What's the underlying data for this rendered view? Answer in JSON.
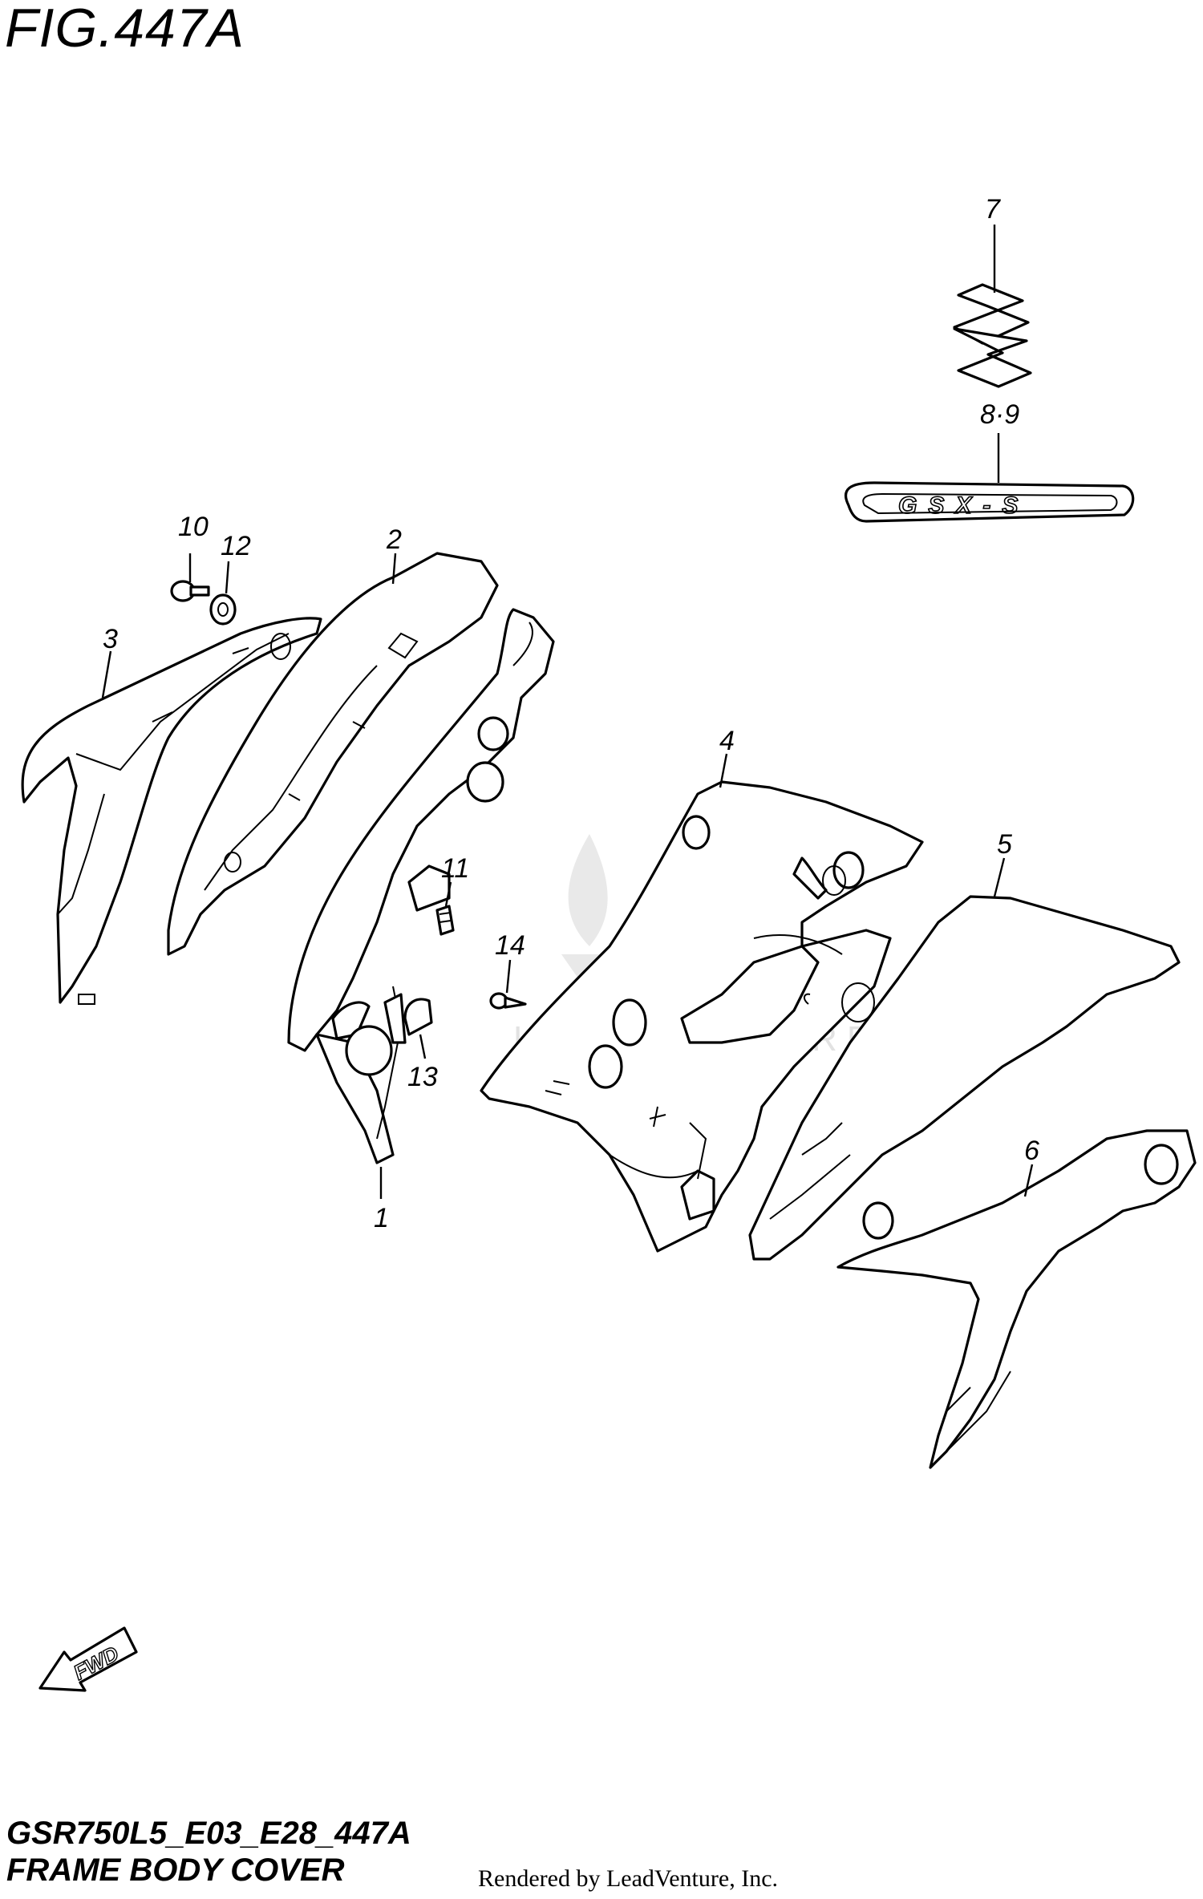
{
  "figure": {
    "title": "FIG.447A",
    "model_code": "GSR750L5_E03_E28_447A",
    "name": "FRAME BODY COVER",
    "rendered_by": "Rendered by LeadVenture, Inc."
  },
  "watermark": {
    "text": "LEADVENTURE"
  },
  "fwd_arrow": {
    "label": "FWD"
  },
  "emblem_gsxs": {
    "text": "GSX-S"
  },
  "callouts": {
    "c1": "1",
    "c2": "2",
    "c3": "3",
    "c4": "4",
    "c5": "5",
    "c6": "6",
    "c7": "7",
    "c89": "8·9",
    "c10": "10",
    "c11": "11",
    "c12": "12",
    "c13": "13",
    "c14": "14"
  }
}
